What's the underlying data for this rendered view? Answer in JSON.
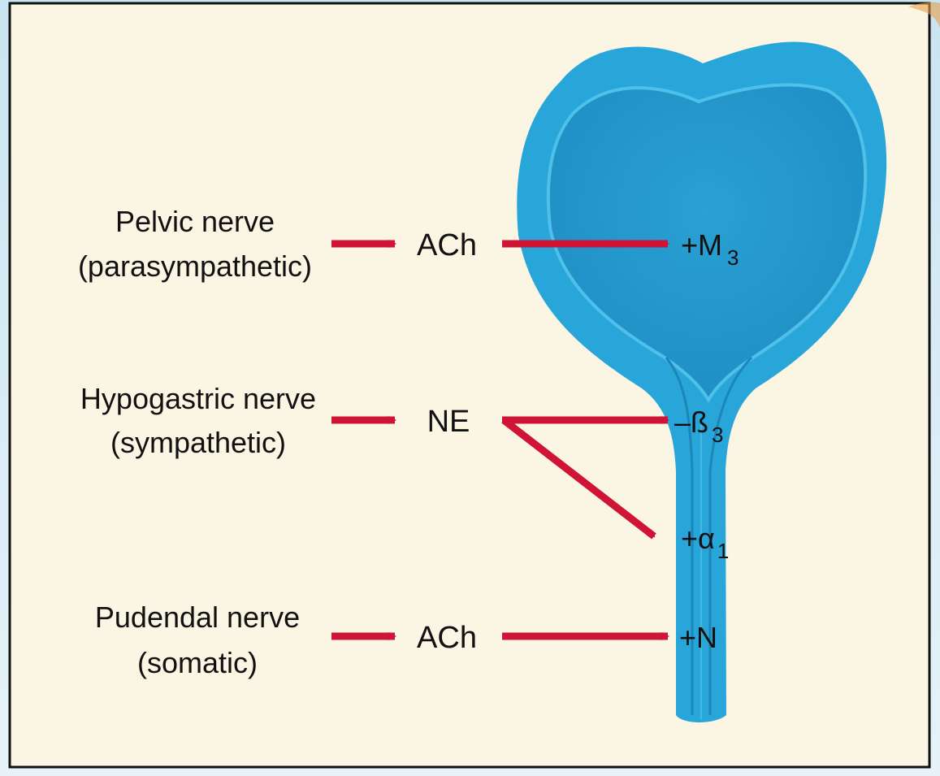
{
  "colors": {
    "panel_background": "#fbf6e4",
    "panel_border": "#111111",
    "arrow": "#cf1436",
    "bladder": "#29a6d9",
    "bladder_dark": "#1b86b8",
    "bladder_light": "#4fc0ea",
    "page_background": "#d3e9f4"
  },
  "pathways": [
    {
      "nerve_name": "Pelvic nerve",
      "nerve_type": "(parasympathetic)",
      "transmitter": "ACh",
      "receptors": [
        {
          "sign": "+",
          "symbol": "M",
          "subscript": "3"
        }
      ]
    },
    {
      "nerve_name": "Hypogastric nerve",
      "nerve_type": "(sympathetic)",
      "transmitter": "NE",
      "receptors": [
        {
          "sign": "–",
          "symbol": "ß",
          "subscript": "3"
        },
        {
          "sign": "+",
          "symbol": "α",
          "subscript": "1"
        }
      ]
    },
    {
      "nerve_name": "Pudendal nerve",
      "nerve_type": "(somatic)",
      "transmitter": "ACh",
      "receptors": [
        {
          "sign": "+",
          "symbol": "N",
          "subscript": ""
        }
      ]
    }
  ]
}
